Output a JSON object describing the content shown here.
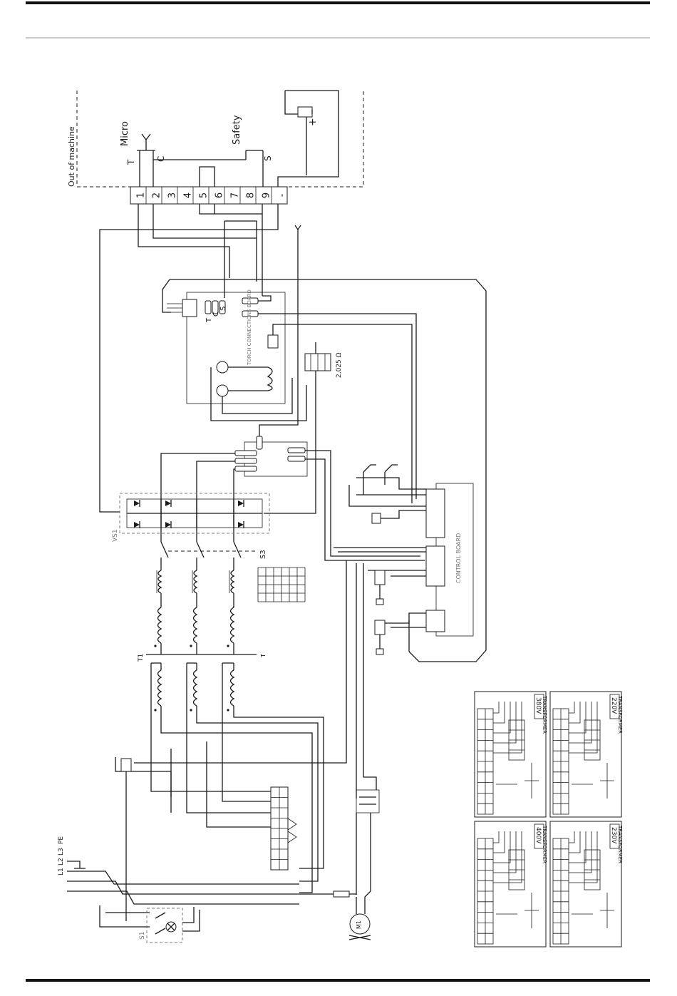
{
  "diagram": {
    "out_of_machine_label": "Out of machine",
    "micro_label": "Micro",
    "safety_label": "Safety",
    "micro_pins": [
      "T",
      "C"
    ],
    "safety_pin": "S",
    "terminal_strip": [
      "1",
      "2",
      "3",
      "4",
      "5",
      "6",
      "7",
      "8",
      "9",
      "-"
    ],
    "torch_board_label": "TORCH CONNECTIONS BOARD",
    "resistor_label": "2,025 Ω",
    "torch_pins": [
      "T",
      "C",
      "S"
    ],
    "rectifier_label": "VS1",
    "switch_label": "S3",
    "transformer_label": "T1",
    "control_board_label": "CONTROL BOARD",
    "main_switch_label": "S1",
    "motor_label": "M1",
    "mains_labels": [
      "L1",
      "L2",
      "L3",
      "PE"
    ],
    "plus_sign": "+",
    "transformer_panels": [
      {
        "title": "TRANSFORMER",
        "voltage": "380V"
      },
      {
        "title": "TRANSFORMER",
        "voltage": "220V"
      },
      {
        "title": "TRANSFORMER",
        "voltage": "400V"
      },
      {
        "title": "TRANSFORMER",
        "voltage": "230V"
      }
    ]
  }
}
